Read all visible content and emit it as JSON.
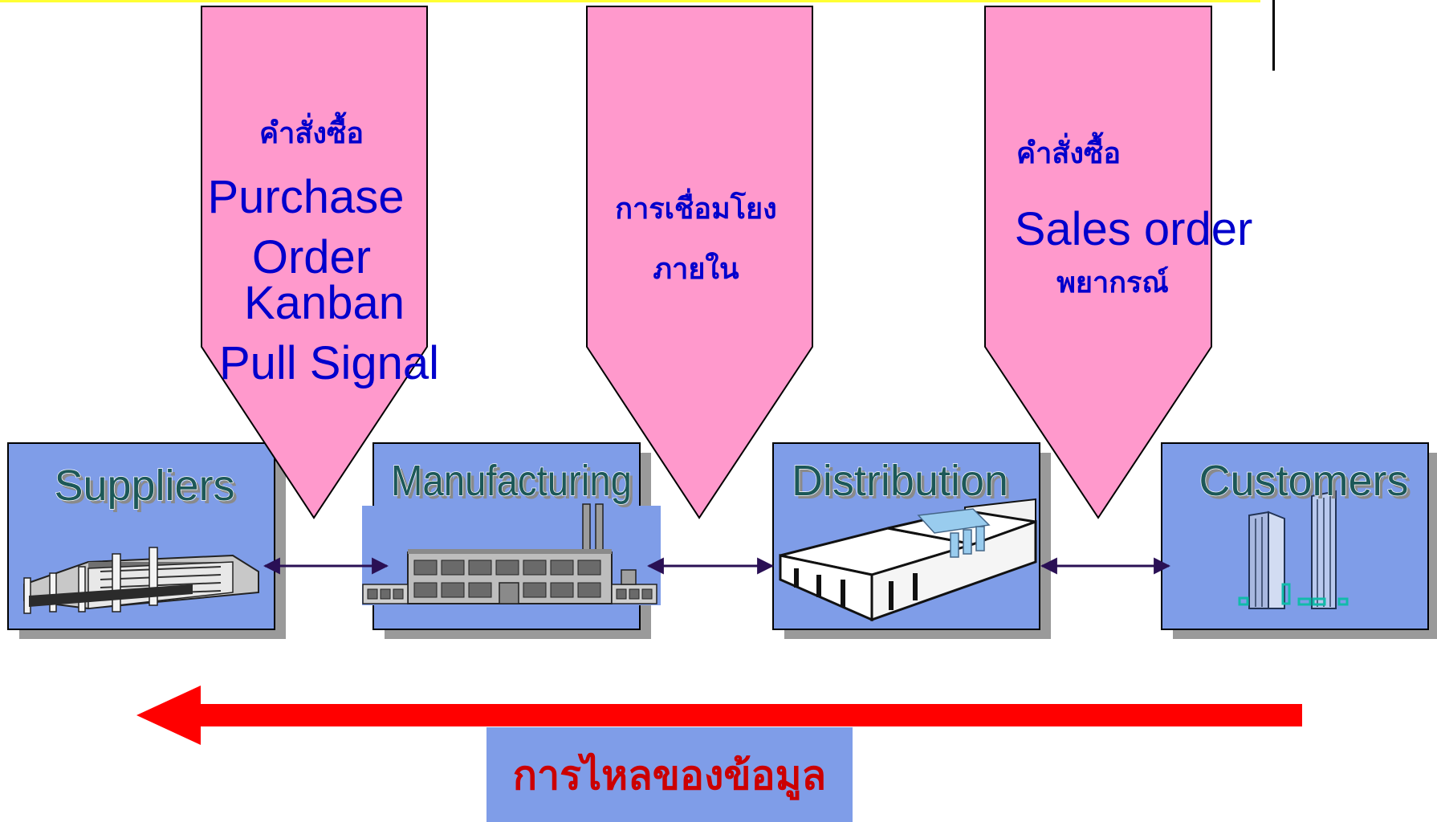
{
  "stages": [
    {
      "label": "Suppliers",
      "icon": "factory-icon"
    },
    {
      "label": "Manufacturing",
      "icon": "plant-icon"
    },
    {
      "label": "Distribution",
      "icon": "warehouse-icon"
    },
    {
      "label": "Customers",
      "icon": "office-tower-icon"
    }
  ],
  "callouts": [
    {
      "thai_heading": "คำสั่งซื้อ",
      "lines": [
        "Purchase",
        "Order",
        "Kanban",
        "Pull Signal"
      ]
    },
    {
      "thai_lines": [
        "การเชื่อมโยง",
        "ภายใน"
      ]
    },
    {
      "thai_heading": "คำสั่งซื้อ",
      "lines": [
        "Sales order"
      ],
      "thai_footer": "พยากรณ์"
    }
  ],
  "flow": {
    "caption": "การไหลของข้อมูล",
    "direction": "right-to-left"
  },
  "colors": {
    "box_fill": "#7f9de8",
    "callout_fill": "#ff99cc",
    "callout_text": "#0000cc",
    "flow_arrow": "#ff0000",
    "flow_caption": "#cc0000",
    "connector": "#2a1055",
    "top_rule": "#ffff33"
  }
}
